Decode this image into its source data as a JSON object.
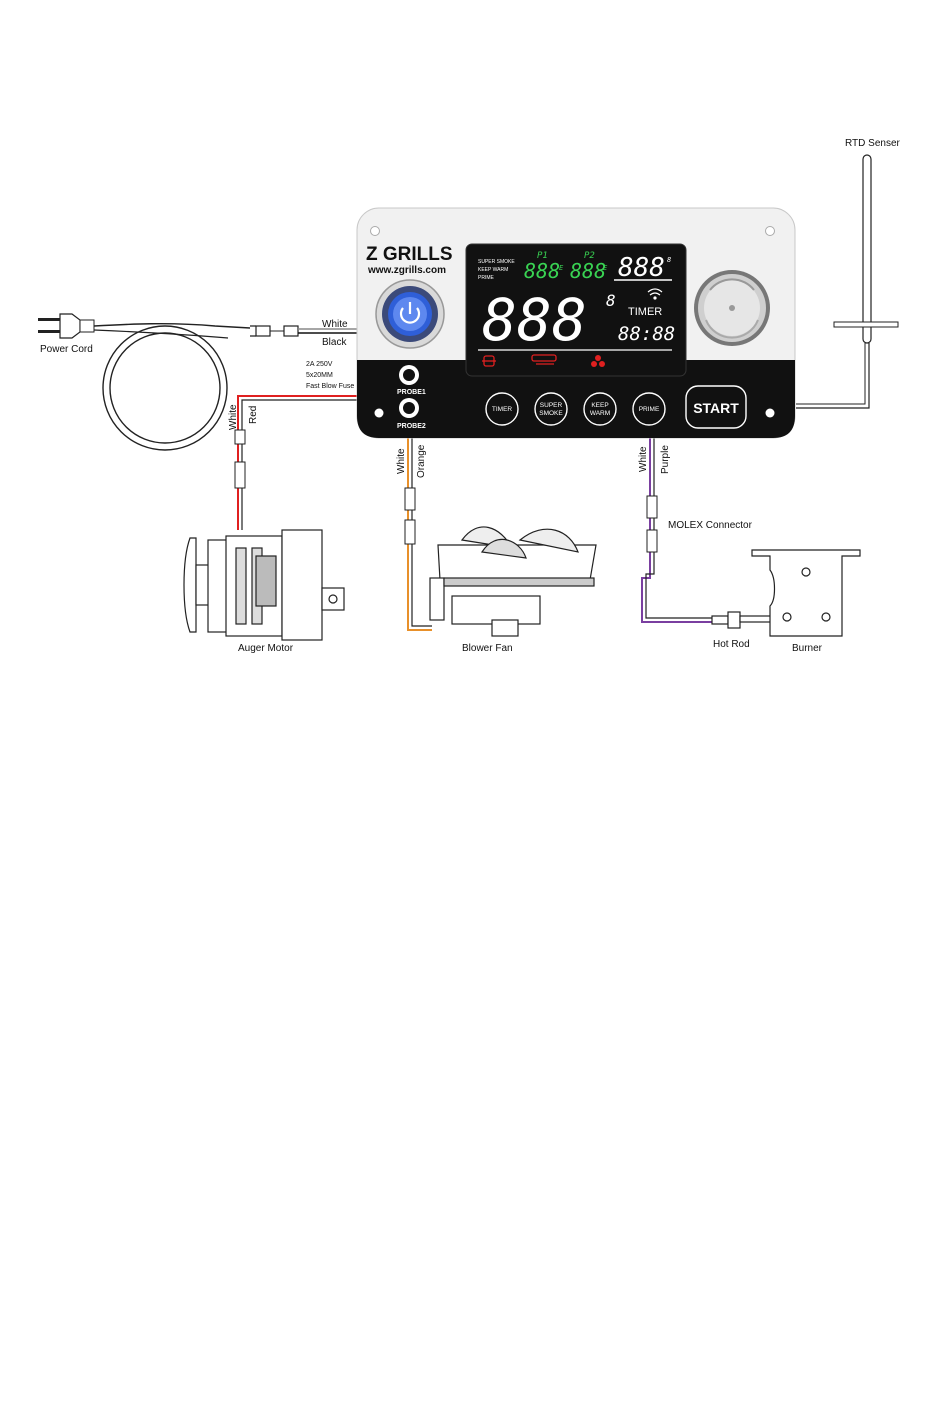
{
  "panel": {
    "brand": "Z GRILLS",
    "website": "www.zgrills.com",
    "lcd": {
      "mode_labels": [
        "SUPER SMOKE",
        "KEEP WARM",
        "PRIME"
      ],
      "p1_label": "P1",
      "p2_label": "P2",
      "p1_digits": "888",
      "p2_digits": "888",
      "top_right_digits": "888",
      "main_digits": "888",
      "degree_unit": "8",
      "timer_label": "TIMER",
      "timer_digits": "88:88",
      "small_unit": "E"
    },
    "probes": [
      "PROBE1",
      "PROBE2"
    ],
    "buttons": [
      {
        "line1": "TIMER",
        "line2": ""
      },
      {
        "line1": "SUPER",
        "line2": "SMOKE"
      },
      {
        "line1": "KEEP",
        "line2": "WARM"
      },
      {
        "line1": "PRIME",
        "line2": ""
      }
    ],
    "start_label": "START"
  },
  "labels": {
    "rtd": "RTD Senser",
    "power_cord": "Power Cord",
    "white_top": "White",
    "black": "Black",
    "fuse_1": "2A 250V",
    "fuse_2": "5x20MM",
    "fuse_3": "Fast Blow Fuse",
    "auger_white": "White",
    "auger_red": "Red",
    "fan_white": "White",
    "fan_orange": "Orange",
    "rod_white": "White",
    "rod_purple": "Purple",
    "molex": "MOLEX Connector",
    "auger_motor": "Auger Motor",
    "blower_fan": "Blower Fan",
    "hot_rod": "Hot Rod",
    "burner": "Burner"
  },
  "colors": {
    "red_wire": "#e02020",
    "orange_wire": "#e8902a",
    "purple_wire": "#7a3fa0",
    "lcd_green": "#39d353",
    "lcd_red": "#e02020",
    "power_blue": "#2f5fd8"
  }
}
